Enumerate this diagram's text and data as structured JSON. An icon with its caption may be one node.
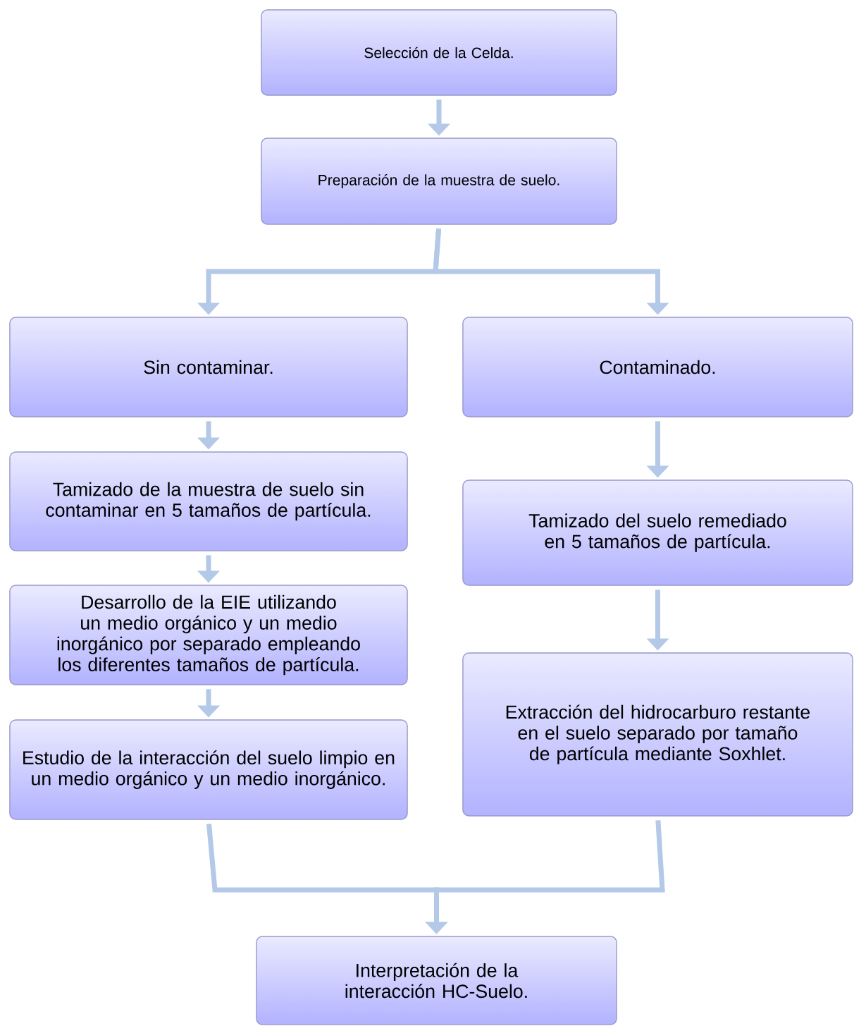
{
  "diagram": {
    "nodes": [
      {
        "text": [
          "Selección de la Celda."
        ]
      },
      {
        "text": [
          "Preparación de la muestra de suelo."
        ]
      },
      {
        "text": [
          "Sin contaminar."
        ]
      },
      {
        "text": [
          "Contaminado."
        ]
      },
      {
        "text": [
          "Tamizado de la muestra de suelo sin contaminar en 5 tamaños de partícula."
        ]
      },
      {
        "text": [
          "Tamizado del suelo remediado en 5 tamaños de partícula."
        ]
      },
      {
        "text": [
          "Desarrollo de la EIE utilizando un medio orgánico y un medio inorgánico por separado empleando los diferentes tamaños de partícula."
        ]
      },
      {
        "text": [
          "Extracción del hidrocarburo restante en el suelo separado por tamaño de partícula mediante Soxhlet."
        ]
      },
      {
        "text": [
          "Estudio de la interacción del suelo limpio en un medio orgánico y un medio inorgánico."
        ]
      },
      {
        "text": [
          "Interpretación de la interacción HC-Suelo."
        ]
      }
    ],
    "edges": [
      {
        "from": 0,
        "to": 1,
        "arrow": "to"
      },
      {
        "from": 1,
        "to": 2,
        "arrow": "to"
      },
      {
        "from": 1,
        "to": 3,
        "arrow": "to"
      },
      {
        "from": 2,
        "to": 4,
        "arrow": "to"
      },
      {
        "from": 4,
        "to": 6,
        "arrow": "to"
      },
      {
        "from": 6,
        "to": 8,
        "arrow": "to"
      },
      {
        "from": 3,
        "to": 5,
        "arrow": "to"
      },
      {
        "from": 5,
        "to": 7,
        "arrow": "to"
      },
      {
        "from": 8,
        "to": 9,
        "arrow": "to"
      },
      {
        "from": 7,
        "to": 9,
        "arrow": "to"
      }
    ]
  }
}
